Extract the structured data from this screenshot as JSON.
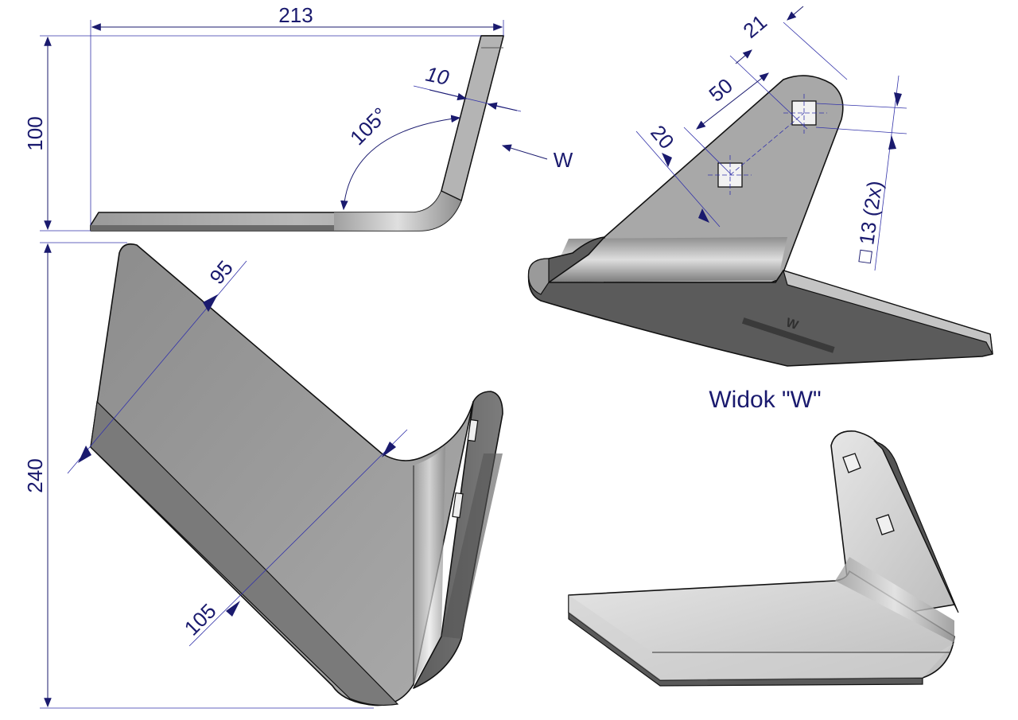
{
  "dimensions": {
    "side_width": "213",
    "side_height": "100",
    "thickness": "10",
    "bend_angle": "105°",
    "view_arrow": "W",
    "hole_edge_offset": "21",
    "hole_spacing": "50",
    "hole_row_offset": "20",
    "hole_size": "□ 13 (2x)",
    "blade_width_top": "95",
    "blade_width_bottom": "105",
    "total_height": "240"
  },
  "labels": {
    "view_label": "Widok \"W\""
  },
  "colors": {
    "dimension": "#1a1a6e",
    "metal_light": "#c8c8c8",
    "metal_mid": "#a9a9a9",
    "metal_dark": "#6e6e6e",
    "edge": "#111111"
  }
}
